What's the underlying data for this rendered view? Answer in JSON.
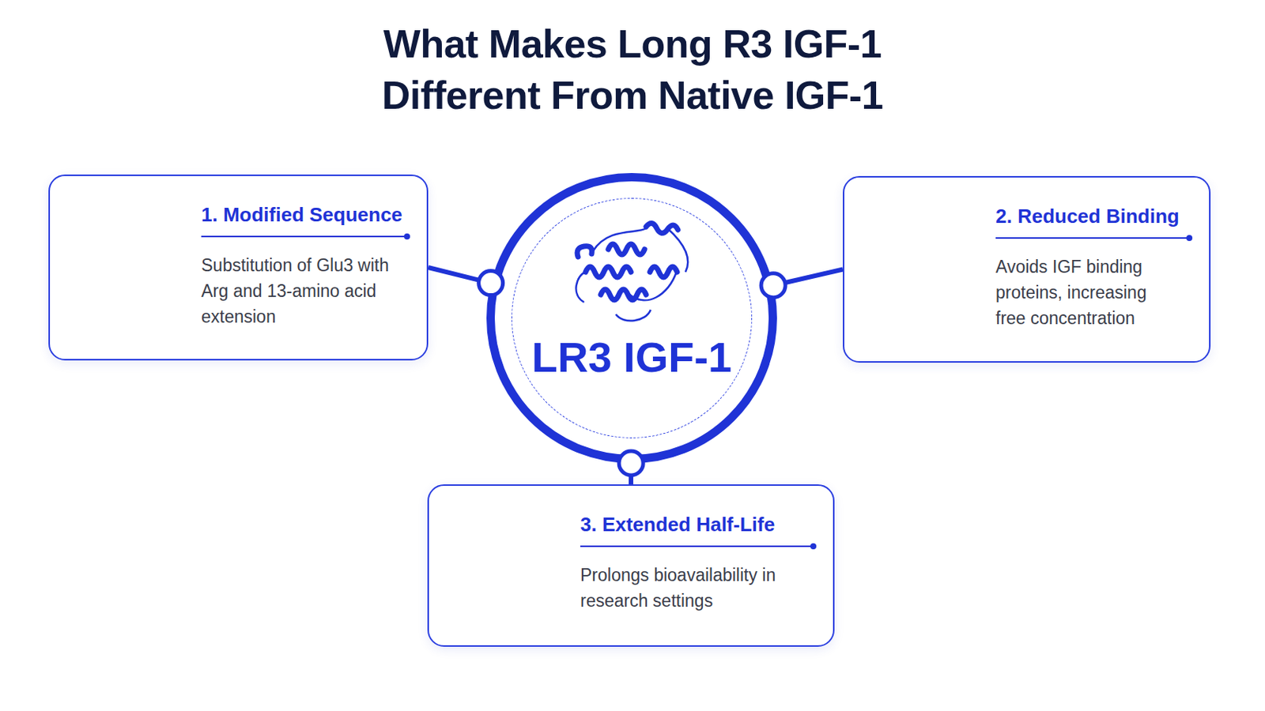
{
  "diagram": {
    "title": "What Makes Long R3 IGF-1 Different From Native IGF-1",
    "nodes": [
      {
        "text": [
          "1. Modified Sequence",
          "Substitution of Glu3 with Arg and 13-amino acid extension"
        ]
      },
      {
        "text": [
          "LR3 IGF-1"
        ]
      },
      {
        "text": [
          "2. Reduced Binding",
          "Avoids IGF binding proteins, increasing free concentration"
        ]
      },
      {
        "text": [
          "3. Extended Half-Life",
          "Prolongs bioavailability in research settings"
        ]
      }
    ],
    "edges": [
      {
        "from": 1,
        "to": 0,
        "arrow": "none"
      },
      {
        "from": 1,
        "to": 2,
        "arrow": "none"
      },
      {
        "from": 1,
        "to": 3,
        "arrow": "none"
      }
    ]
  }
}
